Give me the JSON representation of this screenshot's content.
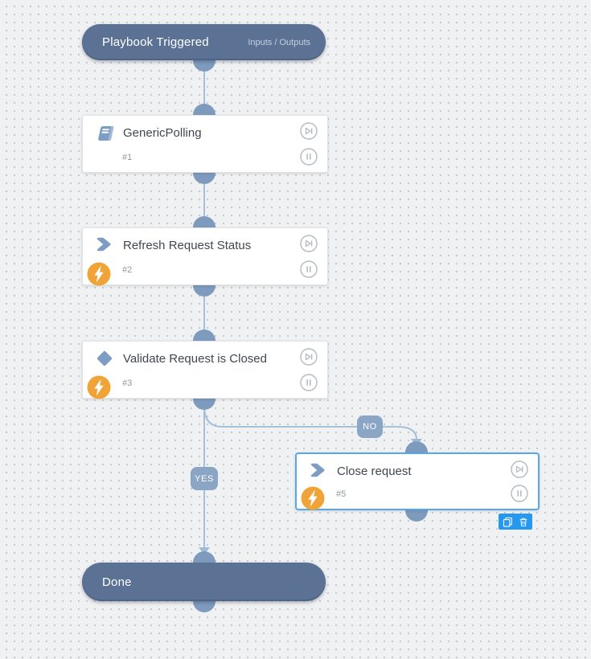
{
  "canvas": {
    "background": "#f0f1f3",
    "dot_color": "#c5c8cb"
  },
  "palette": {
    "terminal_node": "#5b7295",
    "connector_node": "#7e9bbe",
    "edge_line": "#a5c0da",
    "branch_label_bg": "#8ba6c4",
    "selection_border": "#57a7ea",
    "action_bar_bg": "#2598f0",
    "task_icon_blue": "#7d9dc4",
    "automation_badge_orange": "#f0a437",
    "card_title_text": "#3f4850",
    "muted_text": "#90979d"
  },
  "trigger": {
    "title": "Playbook Triggered",
    "io_label": "Inputs / Outputs"
  },
  "tasks": [
    {
      "title": "GenericPolling",
      "id": "#1",
      "icon": "sub-playbook",
      "has_badge": false,
      "selected": false
    },
    {
      "title": "Refresh Request Status",
      "id": "#2",
      "icon": "automation",
      "has_badge": true,
      "selected": false
    },
    {
      "title": "Validate Request is Closed",
      "id": "#3",
      "icon": "condition",
      "has_badge": true,
      "selected": false
    },
    {
      "title": "Close request",
      "id": "#5",
      "icon": "automation",
      "has_badge": true,
      "selected": true
    }
  ],
  "branches": {
    "yes_label": "YES",
    "no_label": "NO"
  },
  "done": {
    "title": "Done"
  }
}
